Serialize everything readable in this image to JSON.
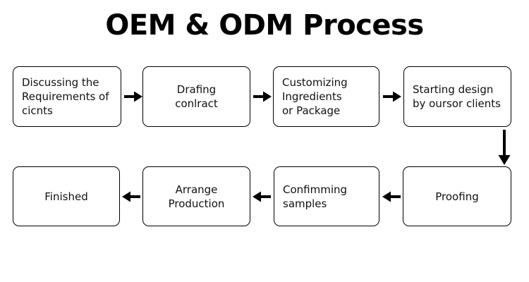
{
  "page": {
    "title": "OEM & ODM Process",
    "background_color": "#ffffff",
    "ink_color": "#000000"
  },
  "diagram": {
    "type": "flowchart",
    "direction": "serpentine-left-to-right-then-right-to-left",
    "nodes": [
      {
        "id": "step-1",
        "label": "Discussing the\nRequirements of\ncicnts",
        "row": 1,
        "order": 1,
        "align": "left"
      },
      {
        "id": "step-2",
        "label": "Drafing\nconlract",
        "row": 1,
        "order": 2,
        "align": "center"
      },
      {
        "id": "step-3",
        "label": "Customizing\nIngredients\nor Package",
        "row": 1,
        "order": 3,
        "align": "left"
      },
      {
        "id": "step-4",
        "label": "Starting design\nby oursor clients",
        "row": 1,
        "order": 4,
        "align": "left"
      },
      {
        "id": "step-5",
        "label": "Proofing",
        "row": 2,
        "order": 5,
        "align": "center"
      },
      {
        "id": "step-6",
        "label": "Confimming\nsamples",
        "row": 2,
        "order": 6,
        "align": "left"
      },
      {
        "id": "step-7",
        "label": "Arrange\nProduction",
        "row": 2,
        "order": 7,
        "align": "center"
      },
      {
        "id": "step-8",
        "label": "Finished",
        "row": 2,
        "order": 8,
        "align": "center"
      }
    ],
    "connectors": [
      {
        "id": "arrow-1-2",
        "from": "step-1",
        "to": "step-2",
        "direction": "right"
      },
      {
        "id": "arrow-2-3",
        "from": "step-2",
        "to": "step-3",
        "direction": "right"
      },
      {
        "id": "arrow-3-4",
        "from": "step-3",
        "to": "step-4",
        "direction": "right"
      },
      {
        "id": "arrow-4-5",
        "from": "step-4",
        "to": "step-5",
        "direction": "down"
      },
      {
        "id": "arrow-5-6",
        "from": "step-5",
        "to": "step-6",
        "direction": "left"
      },
      {
        "id": "arrow-6-7",
        "from": "step-6",
        "to": "step-7",
        "direction": "left"
      },
      {
        "id": "arrow-7-8",
        "from": "step-7",
        "to": "step-8",
        "direction": "left"
      }
    ]
  }
}
